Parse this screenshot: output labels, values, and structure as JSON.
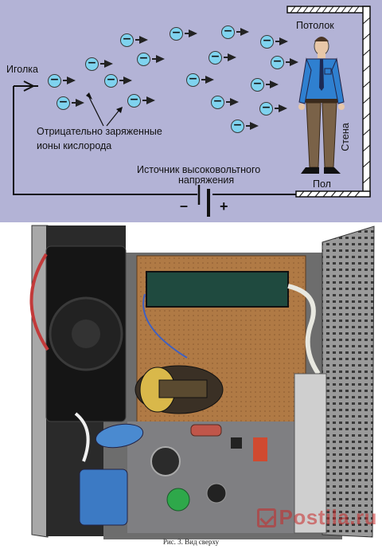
{
  "diagram": {
    "labels": {
      "needle": "Иголка",
      "ceiling": "Потолок",
      "wall": "Стена",
      "floor": "Пол",
      "ions_line1": "Отрицательно заряженные",
      "ions_line2": "ионы кислорода",
      "source_line1": "Источник высоковольтного",
      "source_line2": "напряжения",
      "minus": "–",
      "plus": "+"
    },
    "ion_symbol": "−",
    "colors": {
      "background": "#b3b3d6",
      "ion": "#7fd3ef",
      "shirt": "#2f80d0",
      "trousers": "#7a6248"
    }
  },
  "photo": {
    "caption": "Рис. 3. Вид сверху",
    "watermark": "Postila.ru"
  }
}
